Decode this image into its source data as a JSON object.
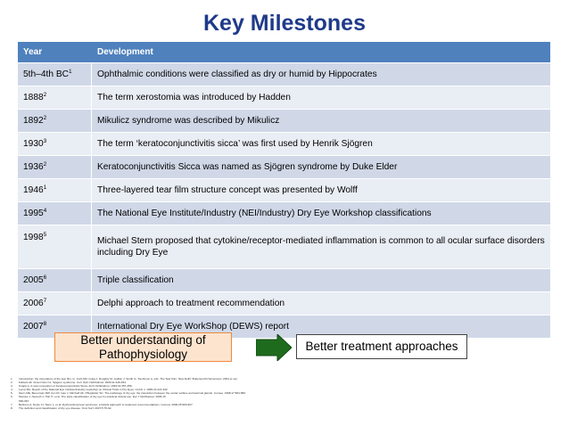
{
  "title": "Key Milestones",
  "table": {
    "headers": {
      "year": "Year",
      "development": "Development"
    },
    "rows": [
      {
        "year": "5th–4th BC",
        "sup": "1",
        "text": "Ophthalmic conditions were classified as dry or humid by Hippocrates"
      },
      {
        "year": "1888",
        "sup": "2",
        "text": "The term xerostomia was introduced by Hadden"
      },
      {
        "year": "1892",
        "sup": "2",
        "text": "Mikulicz syndrome was described by Mikulicz"
      },
      {
        "year": "1930",
        "sup": "3",
        "text": "The term ‘keratoconjunctivitis sicca’ was first used by Henrik Sjögren"
      },
      {
        "year": "1936",
        "sup": "2",
        "text": "Keratoconjunctivitis Sicca was named as Sjögren syndrome by Duke Elder"
      },
      {
        "year": "1946",
        "sup": "1",
        "text": "Three-layered tear film structure concept was presented by Wolff"
      },
      {
        "year": "1995",
        "sup": "4",
        "text": "The National Eye Institute/Industry (NEI/Industry) Dry Eye Workshop classifications"
      },
      {
        "year": "1998",
        "sup": "5",
        "text": "Michael Stern proposed that cytokine/receptor-mediated inflammation is common to all ocular surface disorders including Dry Eye"
      },
      {
        "year": "2005",
        "sup": "6",
        "text": "Triple classification"
      },
      {
        "year": "2006",
        "sup": "7",
        "text": "Delphi approach to treatment recommendation"
      },
      {
        "year": "2007",
        "sup": "8",
        "text": "International Dry Eye WorkShop (DEWS) report"
      }
    ]
  },
  "flow": {
    "left_line1": "Better understanding of",
    "left_line2": "Pathophysiology",
    "right": "Better treatment approaches"
  },
  "references": [
    {
      "n": "1.",
      "text": "Introduction: the importance of the tear film. In: Korb DR, Craig J, Doughty M, Guillon J, Smith G, Tomlinson A, eds. The Tear Film. New Delhi: Butterworth-Heinemann; 2004 et sec."
    },
    {
      "n": "2.",
      "text": "Fabiani AF, Vera-Cristo CL. Sjögren syndrome. Curr Opin Ophthalmol. 2000;11:449-454."
    },
    {
      "n": "3.",
      "text": "Knapp A. A new conception of Keratoconjunctivitis Sicca. Arch Ophthalmol. 1949;31:357-358."
    },
    {
      "n": "4.",
      "text": "Lemp MA. Report of the National Eye Institute/Industry workshop on Clinical Trials in Dry Eyes. CLAO J. 1995;21:221-232."
    },
    {
      "n": "5.",
      "text": "Stern ME, Beuerman RW, Fox RI, Gao J, Mircheff AK, Pflugfelder SC. The pathology of dry eye: the interaction between the ocular surface and lacrimal glands. Cornea. 1998;17:584-589."
    },
    {
      "n": "6.",
      "text": "Murube J, Nemeth J, Hoh H, et al. The triple classification of dry eye for practical clinical use. Eur J Ophthalmol. 2005;15"
    },
    {
      "n": "",
      "text": "660-667."
    },
    {
      "n": "7.",
      "text": "Behrens A, Doyle JJ, Stern L, et al. Dysfunctional tear syndrome: a Delphi approach to treatment recommendations. Cornea. 2006;25:900-907."
    },
    {
      "n": "8.",
      "text": "The definition and classification of dry eye disease. Ocul Surf. 2007;5:75-92."
    }
  ],
  "colors": {
    "title": "#1f3a8a",
    "header_bg": "#4f81bd",
    "row_dark": "#d0d8e8",
    "row_light": "#e9edf4",
    "left_box_bg": "#fde4cf",
    "left_box_border": "#ef8a3e",
    "arrow_fill": "#1e6b1e"
  }
}
